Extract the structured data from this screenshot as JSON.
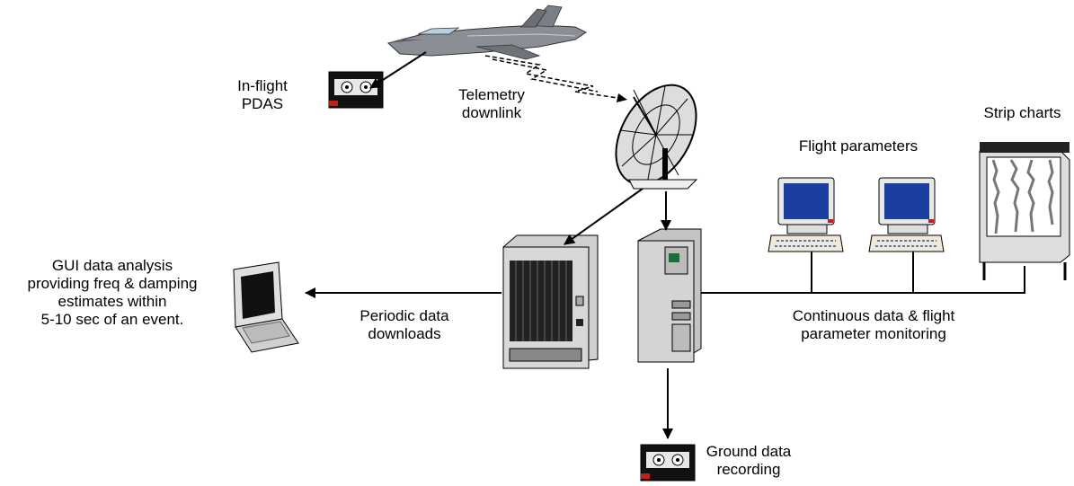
{
  "labels": {
    "inflight_pdas": [
      "In-flight",
      "PDAS"
    ],
    "telemetry_downlink": [
      "Telemetry",
      "downlink"
    ],
    "strip_charts": "Strip charts",
    "flight_parameters": "Flight parameters",
    "gui_analysis": [
      "GUI data analysis",
      "providing freq & damping",
      "estimates within",
      "5-10 sec of an event."
    ],
    "periodic_downloads": [
      "Periodic data",
      "downloads"
    ],
    "continuous_monitoring": [
      "Continuous data & flight",
      "parameter monitoring"
    ],
    "ground_recording": [
      "Ground data",
      "recording"
    ]
  },
  "icons": [
    "jet-aircraft-icon",
    "cassette-tape-icon",
    "satellite-dish-icon",
    "rack-server-icon",
    "tower-computer-icon",
    "desktop-computer-icon",
    "strip-chart-recorder-icon",
    "laptop-icon"
  ],
  "colors": {
    "screen_blue": "#1a3fa0",
    "line": "#000000",
    "tape_red": "#c0201c"
  }
}
